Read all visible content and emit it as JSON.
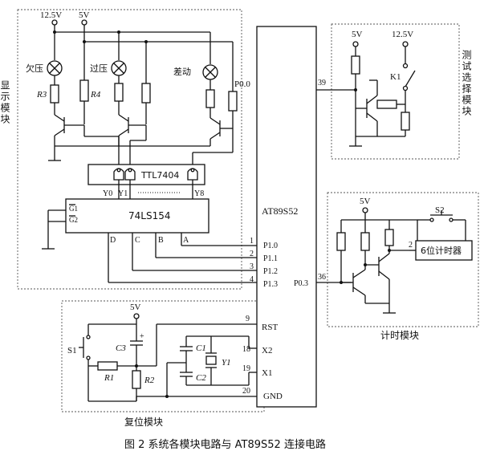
{
  "caption": "图 2  系统各模块电路与 AT89S52 连接电路",
  "modules": {
    "display": "显示模块",
    "test": "测试选择模块",
    "timer": "计时模块",
    "reset": "复位模块"
  },
  "supply": {
    "v5": "5V",
    "v12": "12.5V"
  },
  "mcu": {
    "name": "AT89S52",
    "p00": "P0.0",
    "p00_pin": "39",
    "p10": "P1.0",
    "p11": "P1.1",
    "p12": "P1.2",
    "p13": "P1.3",
    "pin1": "1",
    "pin2": "2",
    "pin3": "3",
    "pin4": "4",
    "p03": "P0.3",
    "p03_pin": "36",
    "rst": "RST",
    "rst_pin": "9",
    "x2": "X2",
    "x2_pin": "18",
    "x1": "X1",
    "x1_pin": "19",
    "gnd": "GND",
    "gnd_pin": "20"
  },
  "display": {
    "lamp1": "欠压",
    "lamp2": "过压",
    "lamp3": "差动",
    "r3": "R3",
    "r4": "R4",
    "ttl": "TTL7404",
    "y0": "Y0",
    "y1": "Y1",
    "y8": "Y8",
    "decoder": "74LS154",
    "g1": "G1",
    "g2": "G2",
    "in_d": "D",
    "in_c": "C",
    "in_b": "B",
    "in_a": "A"
  },
  "test": {
    "k1": "K1"
  },
  "timer": {
    "s2": "S2",
    "counter": "6位计时器",
    "pin2": "2"
  },
  "reset": {
    "s1": "S1",
    "c3": "C3",
    "plus": "+",
    "r1": "R1",
    "r2": "R2",
    "c1": "C1",
    "c2": "C2",
    "y1": "Y1"
  }
}
